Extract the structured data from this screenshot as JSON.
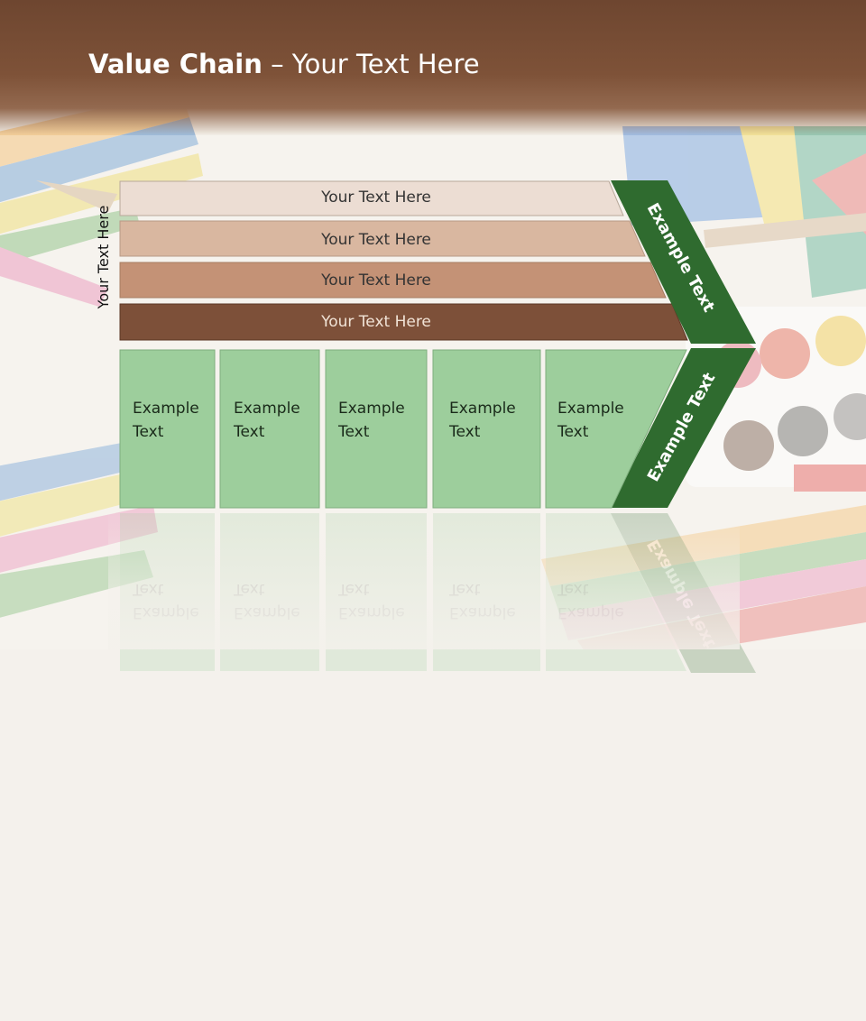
{
  "slide": {
    "title_bold": "Value Chain",
    "title_rest": " – Your Text Here"
  },
  "diagram": {
    "axis_label": "Your Text Here",
    "bars": [
      {
        "label": "Your Text Here",
        "color": "#ecddd3"
      },
      {
        "label": "Your Text Here",
        "color": "#d9b7a0"
      },
      {
        "label": "Your Text Here",
        "color": "#c49276"
      },
      {
        "label": "Your Text Here",
        "color": "#7d5039"
      }
    ],
    "cells": [
      {
        "line1": "Example",
        "line2": "Text"
      },
      {
        "line1": "Example",
        "line2": "Text"
      },
      {
        "line1": "Example",
        "line2": "Text"
      },
      {
        "line1": "Example",
        "line2": "Text"
      },
      {
        "line1": "Example",
        "line2": "Text"
      }
    ],
    "cell_color": "#9dce9c",
    "arrow_color": "#2f6b2f",
    "arrow_top_label": "Example Text",
    "arrow_bottom_label": "Example Text"
  }
}
